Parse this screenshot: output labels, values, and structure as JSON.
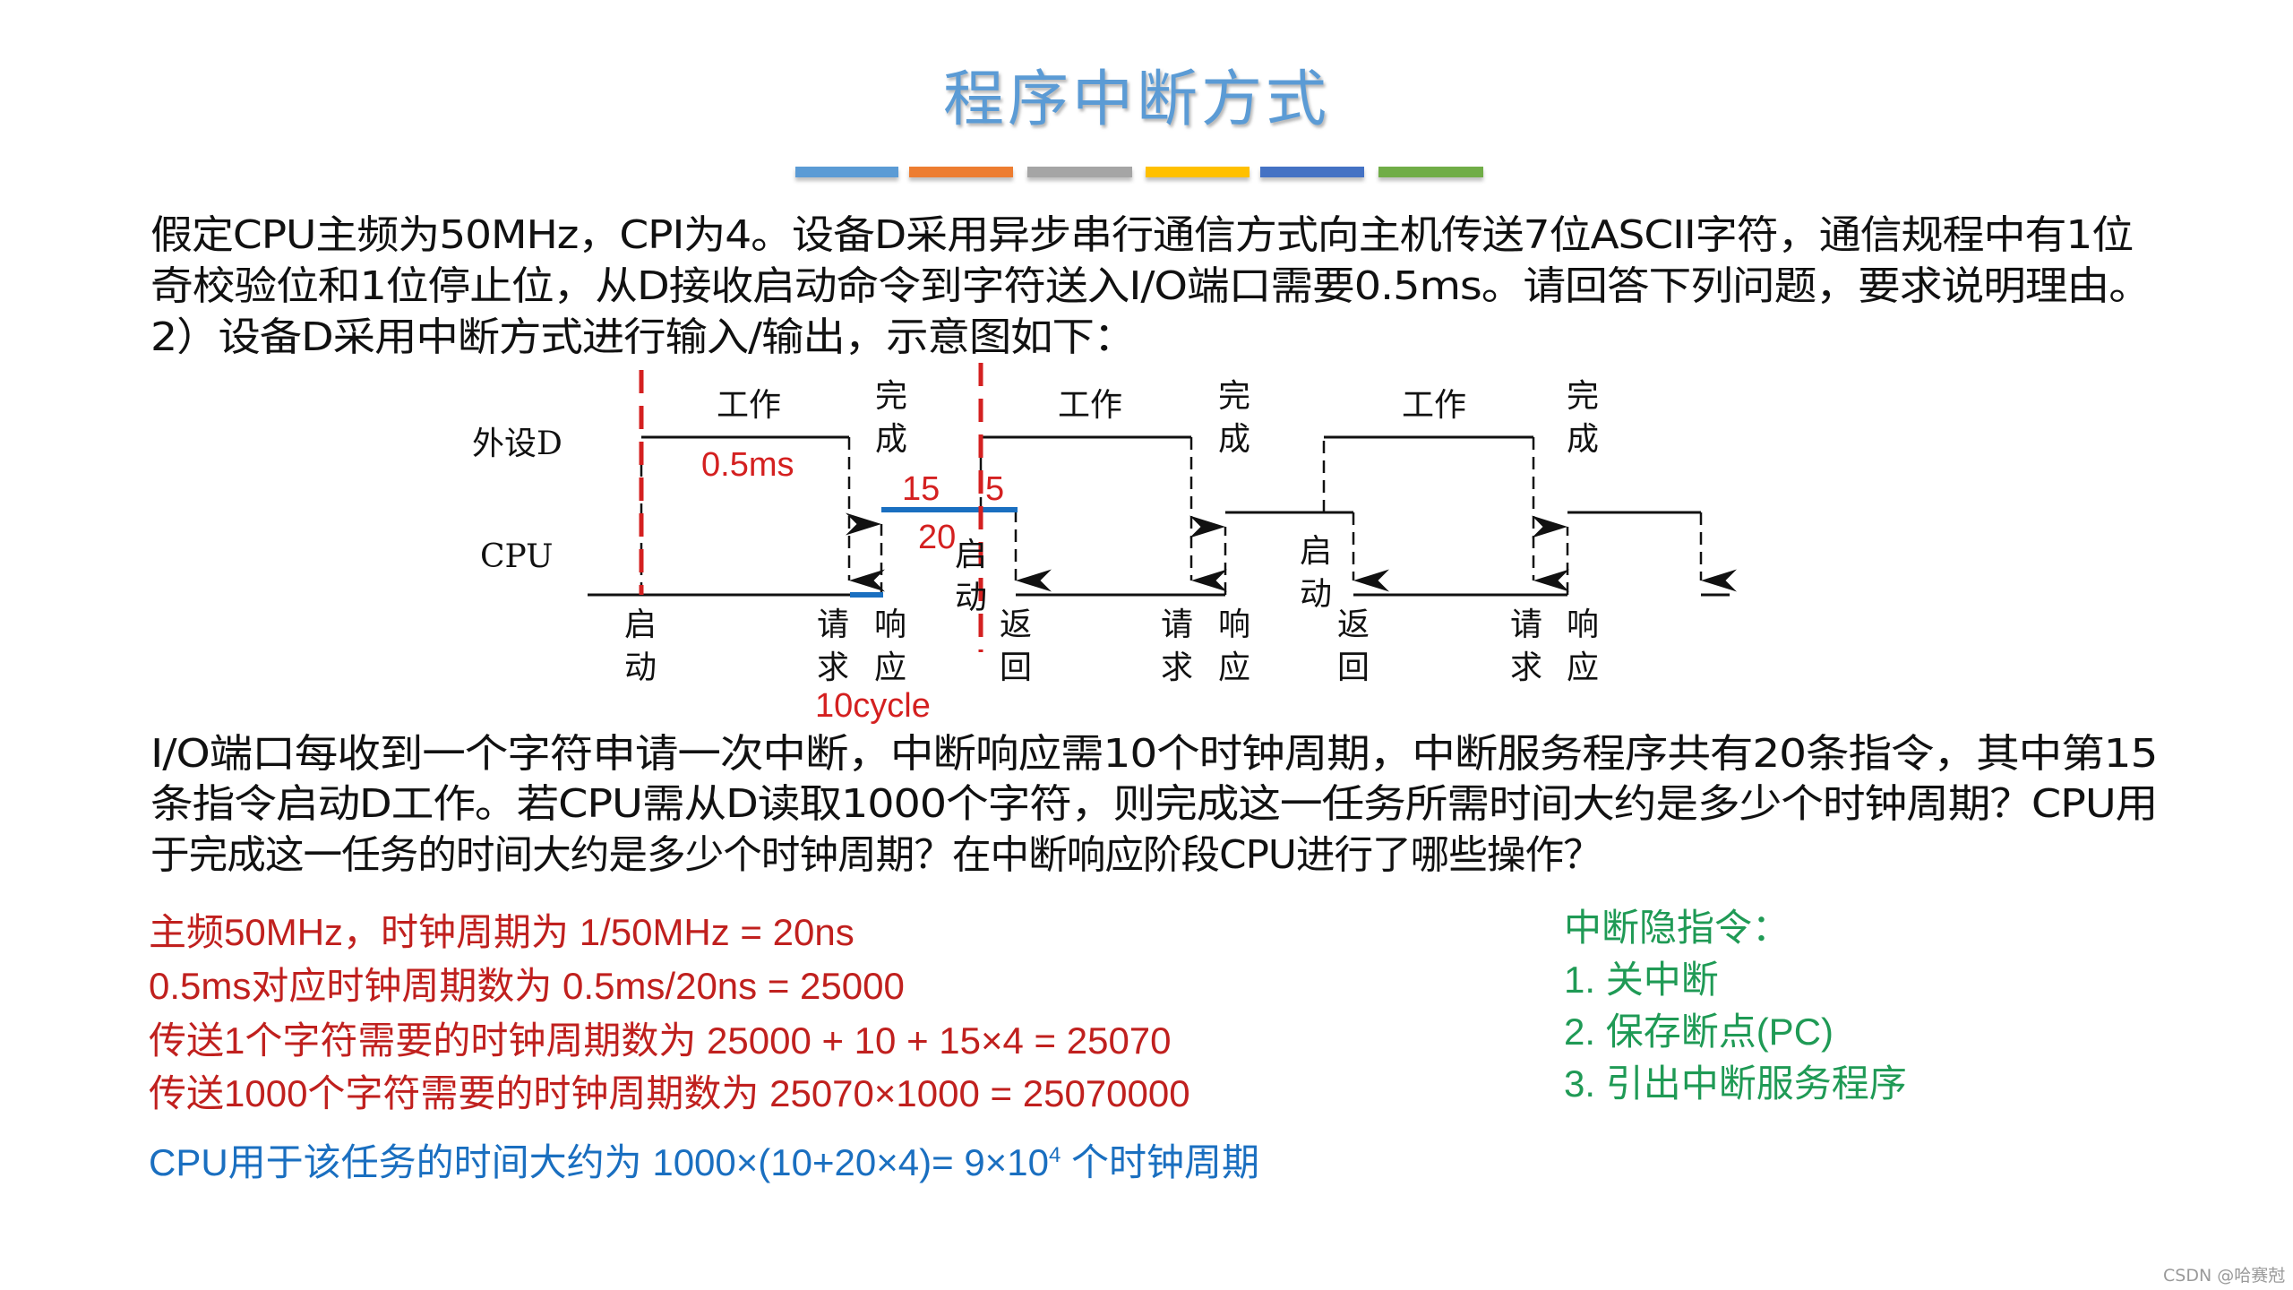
{
  "title": "程序中断方式",
  "title_bars": [
    {
      "color": "#5b9bd5"
    },
    {
      "color": "#ed7d31"
    },
    {
      "color": "#a5a5a5"
    },
    {
      "color": "#ffc000"
    },
    {
      "color": "#4472c4"
    },
    {
      "color": "#70ad47"
    }
  ],
  "question": {
    "lines": [
      "假定CPU主频为50MHz，CPI为4。设备D采用异步串行通信方式向主机传送7位ASCII字符，通信规程中有1位",
      "奇校验位和1位停止位，从D接收启动命令到字符送入I/O端口需要0.5ms。请回答下列问题，要求说明理由。",
      "2）设备D采用中断方式进行输入/输出，示意图如下："
    ]
  },
  "diagram": {
    "row_labels": {
      "device": "外设D",
      "cpu": "CPU"
    },
    "top_labels": [
      {
        "work": "工作",
        "done1": "完",
        "done2": "成"
      },
      {
        "work": "工作",
        "done1": "完",
        "done2": "成"
      },
      {
        "work": "工作",
        "done1": "完",
        "done2": "成"
      }
    ],
    "bottom_labels": [
      {
        "c1": "启",
        "c2": "动"
      },
      {
        "c1": "请",
        "c2": "求"
      },
      {
        "c1": "响",
        "c2": "应"
      },
      {
        "c1": "返",
        "c2": "回"
      },
      {
        "c1": "请",
        "c2": "求"
      },
      {
        "c1": "响",
        "c2": "应"
      },
      {
        "c1": "返",
        "c2": "回"
      },
      {
        "c1": "请",
        "c2": "求"
      },
      {
        "c1": "响",
        "c2": "应"
      }
    ],
    "mid_start_labels": [
      {
        "c1": "启",
        "c2": "动"
      },
      {
        "c1": "启",
        "c2": "动"
      }
    ],
    "annotations": {
      "work_time": "0.5ms",
      "instr_before": "15",
      "instr_after": "5",
      "instr_total": "20",
      "response_cycles": "10cycle"
    },
    "colors": {
      "signal": "#111111",
      "highlight": "#1a6fc0",
      "marker": "#d42020"
    }
  },
  "problem": {
    "lines": [
      "I/O端口每收到一个字符申请一次中断，中断响应需10个时钟周期，中断服务程序共有20条指令，其中第15",
      "条指令启动D工作。若CPU需从D读取1000个字符，则完成这一任务所需时间大约是多少个时钟周期？CPU用",
      "于完成这一任务的时间大约是多少个时钟周期？在中断响应阶段CPU进行了哪些操作？"
    ]
  },
  "solution": {
    "red_lines": [
      "主频50MHz，时钟周期为 1/50MHz = 20ns",
      "0.5ms对应时钟周期数为 0.5ms/20ns = 25000",
      "传送1个字符需要的时钟周期数为  25000 + 10 + 15×4 = 25070",
      "传送1000个字符需要的时钟周期数为  25070×1000 = 25070000"
    ],
    "blue_line": {
      "prefix": "CPU用于该任务的时间大约为 1000×(10+20×4)= 9×10",
      "sup": "4",
      "suffix": " 个时钟周期"
    },
    "green": {
      "heading": "中断隐指令：",
      "items": [
        "1. 关中断",
        "2. 保存断点(PC)",
        "3. 引出中断服务程序"
      ]
    }
  },
  "watermark": "CSDN @哈赛尅"
}
